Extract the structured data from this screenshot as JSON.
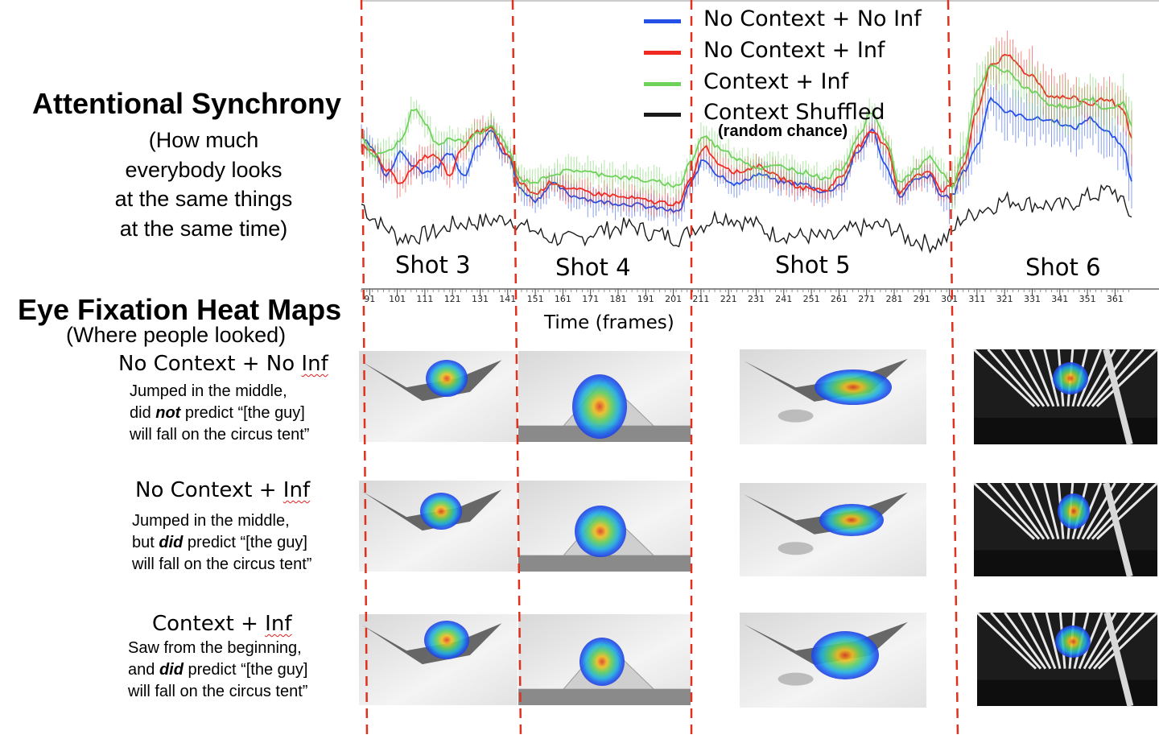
{
  "headings": {
    "attentional_title": "Attentional Synchrony",
    "attentional_desc": [
      "(How much",
      "everybody looks",
      "at the same things",
      "at the same time)"
    ],
    "heatmap_title": "Eye Fixation Heat Maps",
    "heatmap_desc": "(Where people looked)"
  },
  "conditions": [
    {
      "title_parts": [
        "No Context + No ",
        "Inf"
      ],
      "lines": [
        [
          "Jumped in the middle,"
        ],
        [
          "did ",
          "not",
          " predict “[the guy]"
        ],
        [
          "will fall on the circus tent”"
        ]
      ]
    },
    {
      "title_parts": [
        "No Context + ",
        "Inf"
      ],
      "lines": [
        [
          "Jumped in the middle,"
        ],
        [
          "but ",
          "did",
          " predict “[the guy]"
        ],
        [
          "will fall on the circus tent”"
        ]
      ]
    },
    {
      "title_parts": [
        "Context + ",
        "Inf"
      ],
      "lines": [
        [
          "Saw from the beginning,"
        ],
        [
          "and ",
          "did",
          " predict “[the guy]"
        ],
        [
          "will fall on the circus tent”"
        ]
      ]
    }
  ],
  "chart_data": {
    "type": "line",
    "xlabel": "Time (frames)",
    "ylabel": "",
    "title": "",
    "xlim": [
      87,
      369
    ],
    "x_ticks": [
      91,
      101,
      111,
      121,
      131,
      141,
      151,
      161,
      171,
      181,
      191,
      201,
      211,
      221,
      231,
      241,
      251,
      261,
      271,
      281,
      291,
      301,
      311,
      321,
      331,
      341,
      351,
      361
    ],
    "shots": [
      {
        "label": "Shot 3",
        "start": 88,
        "end": 141
      },
      {
        "label": "Shot 4",
        "start": 141,
        "end": 204
      },
      {
        "label": "Shot 5",
        "start": 204,
        "end": 300
      },
      {
        "label": "Shot 6",
        "start": 300,
        "end": 368
      }
    ],
    "shot_boundaries": [
      88,
      141,
      204,
      300
    ],
    "ylim": [
      0,
      1
    ],
    "legend_position": "top-center",
    "series": [
      {
        "name": "No Context + No Inf",
        "color": "#2450e6",
        "x": [
          88,
          92,
          97,
          102,
          107,
          111,
          115,
          120,
          125,
          130,
          135,
          139,
          141,
          146,
          151,
          157,
          165,
          175,
          185,
          195,
          203,
          207,
          212,
          218,
          224,
          232,
          240,
          248,
          256,
          262,
          268,
          273,
          278,
          283,
          289,
          294,
          298,
          302,
          306,
          311,
          316,
          322,
          330,
          338,
          346,
          352,
          358,
          364,
          367
        ],
        "y": [
          0.6,
          0.54,
          0.4,
          0.52,
          0.45,
          0.42,
          0.44,
          0.52,
          0.4,
          0.55,
          0.64,
          0.52,
          0.5,
          0.33,
          0.28,
          0.36,
          0.3,
          0.27,
          0.26,
          0.24,
          0.22,
          0.36,
          0.48,
          0.4,
          0.36,
          0.41,
          0.37,
          0.36,
          0.32,
          0.36,
          0.52,
          0.63,
          0.45,
          0.3,
          0.38,
          0.4,
          0.3,
          0.3,
          0.42,
          0.55,
          0.79,
          0.72,
          0.69,
          0.68,
          0.64,
          0.69,
          0.62,
          0.55,
          0.38
        ]
      },
      {
        "name": "No Context + Inf",
        "color": "#ef2a22",
        "x": [
          88,
          92,
          97,
          102,
          107,
          111,
          115,
          120,
          125,
          130,
          135,
          139,
          141,
          146,
          151,
          157,
          165,
          175,
          185,
          195,
          203,
          207,
          212,
          218,
          224,
          232,
          240,
          248,
          256,
          262,
          268,
          273,
          278,
          283,
          289,
          294,
          298,
          302,
          306,
          311,
          316,
          322,
          330,
          338,
          346,
          352,
          358,
          364,
          367
        ],
        "y": [
          0.57,
          0.52,
          0.43,
          0.37,
          0.44,
          0.5,
          0.5,
          0.41,
          0.55,
          0.62,
          0.64,
          0.55,
          0.5,
          0.36,
          0.31,
          0.37,
          0.33,
          0.31,
          0.29,
          0.27,
          0.26,
          0.38,
          0.55,
          0.46,
          0.42,
          0.45,
          0.39,
          0.34,
          0.33,
          0.4,
          0.55,
          0.62,
          0.56,
          0.32,
          0.4,
          0.43,
          0.33,
          0.35,
          0.45,
          0.72,
          0.96,
          1.0,
          0.91,
          0.8,
          0.79,
          0.76,
          0.79,
          0.73,
          0.58
        ]
      },
      {
        "name": "Context + Inf",
        "color": "#6ed25a",
        "x": [
          88,
          92,
          97,
          102,
          107,
          111,
          115,
          120,
          125,
          130,
          135,
          139,
          141,
          146,
          151,
          157,
          165,
          175,
          185,
          195,
          203,
          207,
          212,
          218,
          224,
          232,
          240,
          248,
          256,
          262,
          268,
          273,
          278,
          283,
          289,
          294,
          298,
          302,
          306,
          311,
          316,
          322,
          330,
          338,
          346,
          352,
          358,
          364,
          367
        ],
        "y": [
          0.6,
          0.5,
          0.52,
          0.57,
          0.74,
          0.67,
          0.56,
          0.59,
          0.57,
          0.61,
          0.65,
          0.59,
          0.53,
          0.38,
          0.37,
          0.41,
          0.43,
          0.41,
          0.39,
          0.37,
          0.35,
          0.47,
          0.6,
          0.54,
          0.49,
          0.44,
          0.45,
          0.42,
          0.39,
          0.44,
          0.6,
          0.72,
          0.58,
          0.37,
          0.43,
          0.5,
          0.42,
          0.35,
          0.5,
          0.82,
          0.95,
          0.92,
          0.83,
          0.76,
          0.74,
          0.79,
          0.73,
          0.77,
          0.65
        ]
      },
      {
        "name": "Context Shuffled",
        "color": "#1a1a1a",
        "note": "(random chance)",
        "x": [
          88,
          92,
          97,
          102,
          108,
          115,
          122,
          130,
          138,
          141,
          148,
          156,
          165,
          175,
          185,
          195,
          203,
          210,
          218,
          228,
          238,
          248,
          258,
          268,
          278,
          288,
          295,
          300,
          306,
          314,
          322,
          332,
          342,
          352,
          360,
          367
        ],
        "y": [
          0.26,
          0.19,
          0.14,
          0.09,
          0.1,
          0.12,
          0.16,
          0.17,
          0.18,
          0.19,
          0.14,
          0.09,
          0.08,
          0.13,
          0.15,
          0.11,
          0.09,
          0.15,
          0.2,
          0.17,
          0.11,
          0.1,
          0.09,
          0.14,
          0.15,
          0.08,
          0.06,
          0.09,
          0.19,
          0.24,
          0.28,
          0.26,
          0.25,
          0.3,
          0.33,
          0.21
        ]
      }
    ]
  }
}
